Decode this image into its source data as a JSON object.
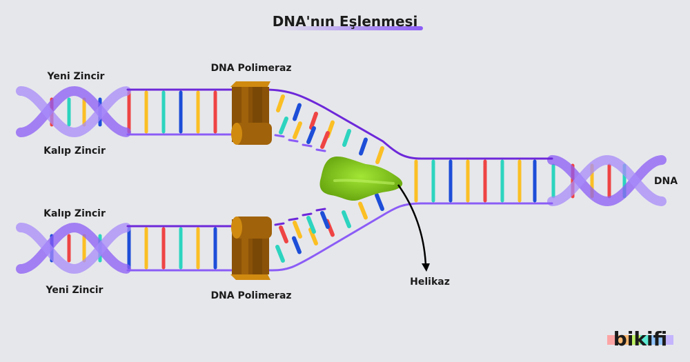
{
  "title": "DNA'nın Eşlenmesi",
  "labels": {
    "top_new_strand": "Yeni Zincir",
    "top_template_strand": "Kalıp Zincir",
    "bottom_template_strand": "Kalıp Zincir",
    "bottom_new_strand": "Yeni Zincir",
    "top_polymerase": "DNA Polimeraz",
    "bottom_polymerase": "DNA Polimeraz",
    "helicase": "Helikaz",
    "dna": "DNA"
  },
  "logo": "bikifi",
  "colors": {
    "strand_dark": "#6d28d9",
    "strand_light": "#8b5cf6",
    "helix": "#a78bfa",
    "red": "#ef4444",
    "yellow": "#fbbf24",
    "teal": "#2dd4bf",
    "blue": "#1d4ed8",
    "polymerase": "#a0620a",
    "helicase": "#84cc16"
  }
}
